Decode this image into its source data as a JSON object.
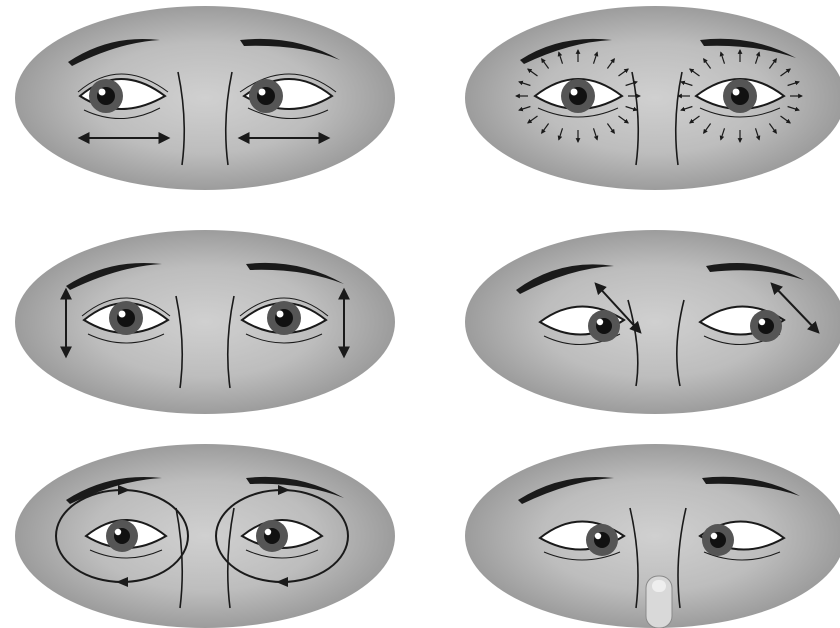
{
  "image": {
    "type": "eye-exercise-illustrations",
    "panel_count": 6,
    "panels": [
      {
        "id": "horizontal",
        "exercise": "horizontal-eye-movement",
        "gaze": "left",
        "arrows": "horizontal"
      },
      {
        "id": "massage",
        "exercise": "eye-area-radial-massage",
        "gaze": "center",
        "arrows": "radial"
      },
      {
        "id": "vertical",
        "exercise": "vertical-eye-movement",
        "gaze": "center",
        "arrows": "vertical"
      },
      {
        "id": "diagonal",
        "exercise": "diagonal-eye-movement",
        "gaze": "down-right",
        "arrows": "diagonal"
      },
      {
        "id": "circular",
        "exercise": "circular-eye-rotation",
        "gaze": "center",
        "arrows": "circular"
      },
      {
        "id": "focus-finger",
        "exercise": "near-focus-on-finger",
        "gaze": "cross-eyed",
        "arrows": "none"
      }
    ],
    "colors": {
      "background": "#ffffff",
      "vignette_center": "#c9c9c9",
      "vignette_edge": "#9a9a9a",
      "line": "#1a1a1a",
      "iris": "#555555",
      "pupil": "#111111",
      "sclera": "#ffffff"
    }
  }
}
